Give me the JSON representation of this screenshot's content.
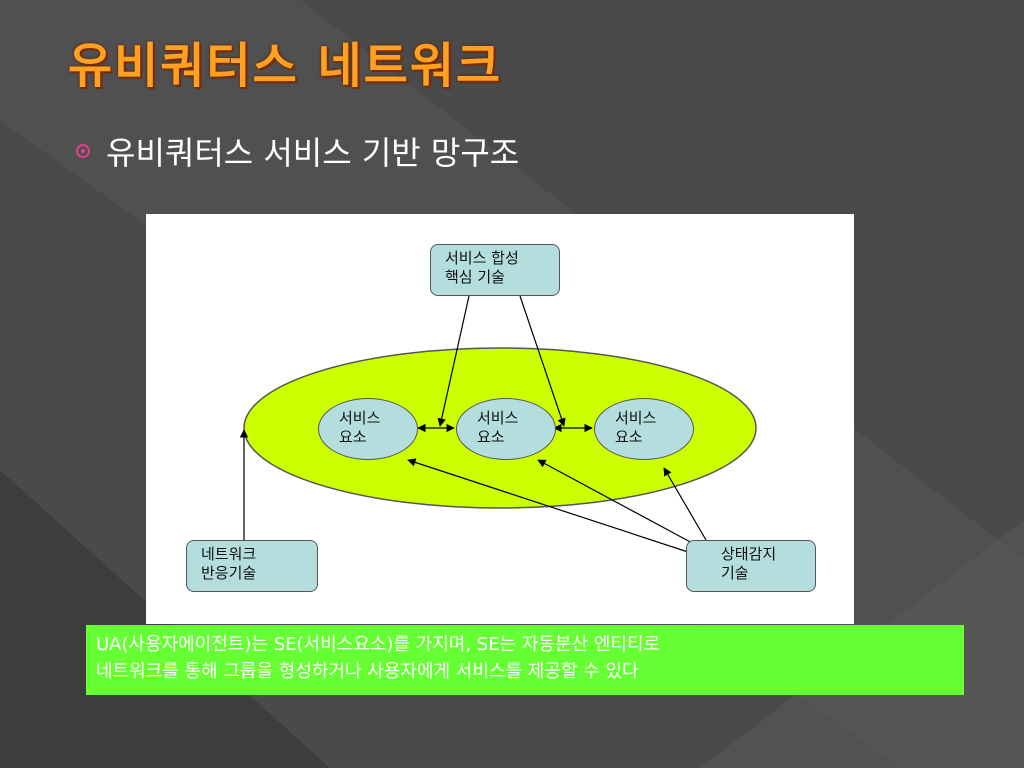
{
  "slide": {
    "title": "유비쿼터스 네트워크",
    "bullet": "유비쿼터스 서비스 기반 망구조"
  },
  "diagram": {
    "top_box": "서비스 합성\n핵심 기술",
    "elements": [
      "서비스\n요소",
      "서비스\n요소",
      "서비스\n요소"
    ],
    "left_box": "네트워크\n반응기술",
    "right_box": "상태감지\n기술"
  },
  "caption": "UA(사용자에이전트)는 SE(서비스요소)를 가지며, SE는 자동분산 엔티티로\n네트워크를 통해 그룹을 형성하거나 사용자에게 서비스를 제공할 수 있다",
  "colors": {
    "title": "#ffa020",
    "bullet_icon": "#e0408a",
    "ellipse": "#ccff00",
    "node_fill": "#b4dede",
    "caption_bg": "#66ff33"
  }
}
